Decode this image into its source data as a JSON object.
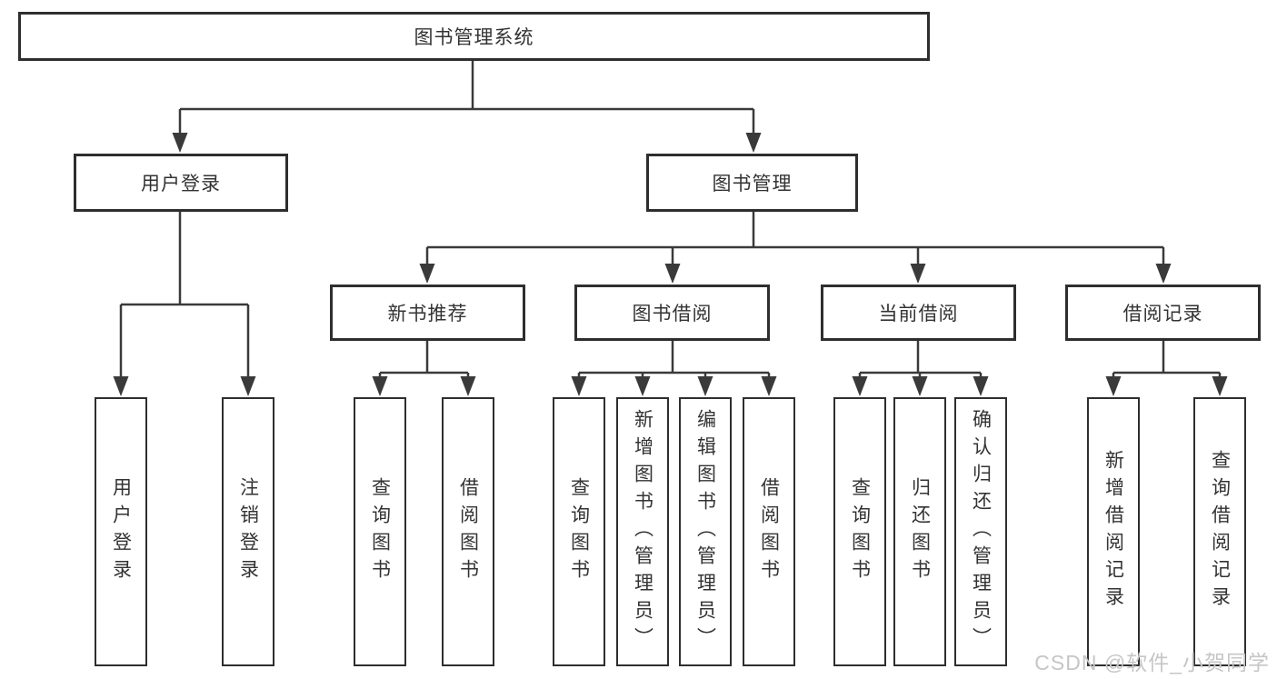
{
  "tree": {
    "root": {
      "label": "图书管理系统",
      "children": [
        {
          "label": "用户登录",
          "children": [
            {
              "label": "用户登录"
            },
            {
              "label": "注销登录"
            }
          ]
        },
        {
          "label": "图书管理",
          "children": [
            {
              "label": "新书推荐",
              "children": [
                {
                  "label": "查询图书"
                },
                {
                  "label": "借阅图书"
                }
              ]
            },
            {
              "label": "图书借阅",
              "children": [
                {
                  "label": "查询图书"
                },
                {
                  "label": "新增图书（管理员）"
                },
                {
                  "label": "编辑图书（管理员）"
                },
                {
                  "label": "借阅图书"
                }
              ]
            },
            {
              "label": "当前借阅",
              "children": [
                {
                  "label": "查询图书"
                },
                {
                  "label": "归还图书"
                },
                {
                  "label": "确认归还（管理员）"
                }
              ]
            },
            {
              "label": "借阅记录",
              "children": [
                {
                  "label": "新增借阅记录"
                },
                {
                  "label": "查询借阅记录"
                }
              ]
            }
          ]
        }
      ]
    }
  },
  "watermark": {
    "text": "CSDN @软件_小贺同学"
  },
  "colors": {
    "background": "#ffffff",
    "box_border": "#2e2e2e",
    "connector_line": "#3a3a3a",
    "text": "#333333",
    "watermark": "#c6c6c6"
  }
}
